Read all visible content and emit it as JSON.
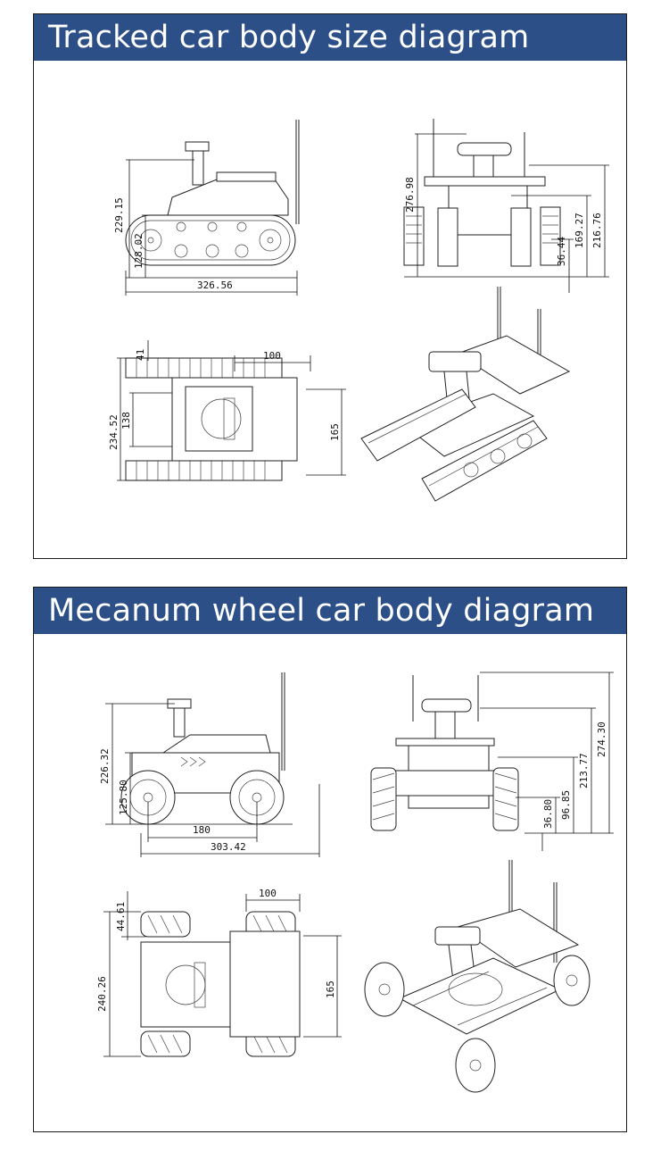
{
  "tracked": {
    "title": "Tracked car body size diagram",
    "side": {
      "height_total": "229.15",
      "height_body": "128.02",
      "length": "326.56"
    },
    "front": {
      "height_total": "276.98",
      "height_mid": "216.76",
      "height_camera": "169.27",
      "clearance": "36.44"
    },
    "top": {
      "track_width": "41",
      "offset": "100",
      "width_total": "234.52",
      "inner_width": "138",
      "rail_width": "165"
    }
  },
  "mecanum": {
    "title": "Mecanum wheel car body diagram",
    "side": {
      "height_total": "226.32",
      "height_body": "125.80",
      "wheelbase": "180",
      "length": "303.42"
    },
    "front": {
      "height_total": "274.30",
      "height_mid": "213.77",
      "height_body": "96.85",
      "clearance": "36.80"
    },
    "top": {
      "wheel_width": "44.61",
      "offset": "100",
      "width_total": "240.26",
      "rail_width": "165"
    }
  }
}
